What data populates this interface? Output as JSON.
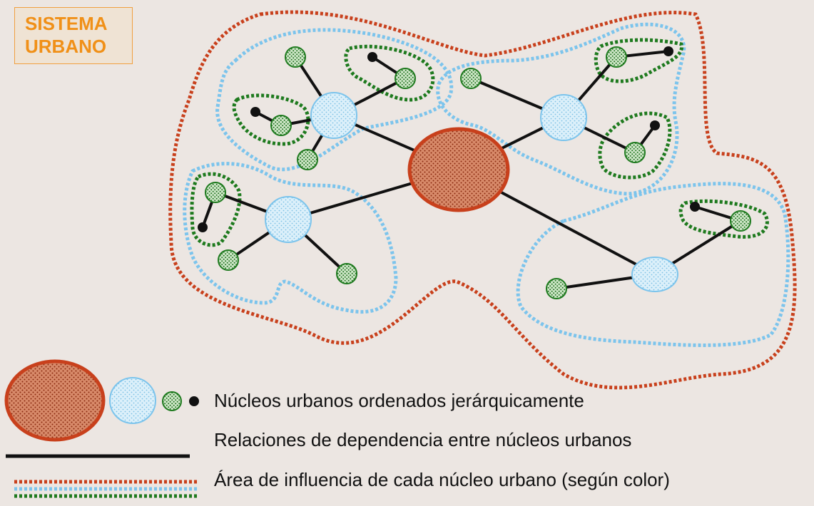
{
  "title": {
    "line1": "SISTEMA",
    "line2": "URBANO"
  },
  "colors": {
    "primary": "#c8401c",
    "secondary": "#7cc4ec",
    "tertiary": "#1e7a1e",
    "quaternary": "#111111",
    "background": "#ece6e2",
    "title_text": "#f09018"
  },
  "legend": {
    "nodes_label": "Núcleos urbanos ordenados jerárquicamente",
    "links_label": "Relaciones de dependencia entre núcleos urbanos",
    "areas_label": "Área de influencia de cada núcleo urbano (según color)"
  }
}
